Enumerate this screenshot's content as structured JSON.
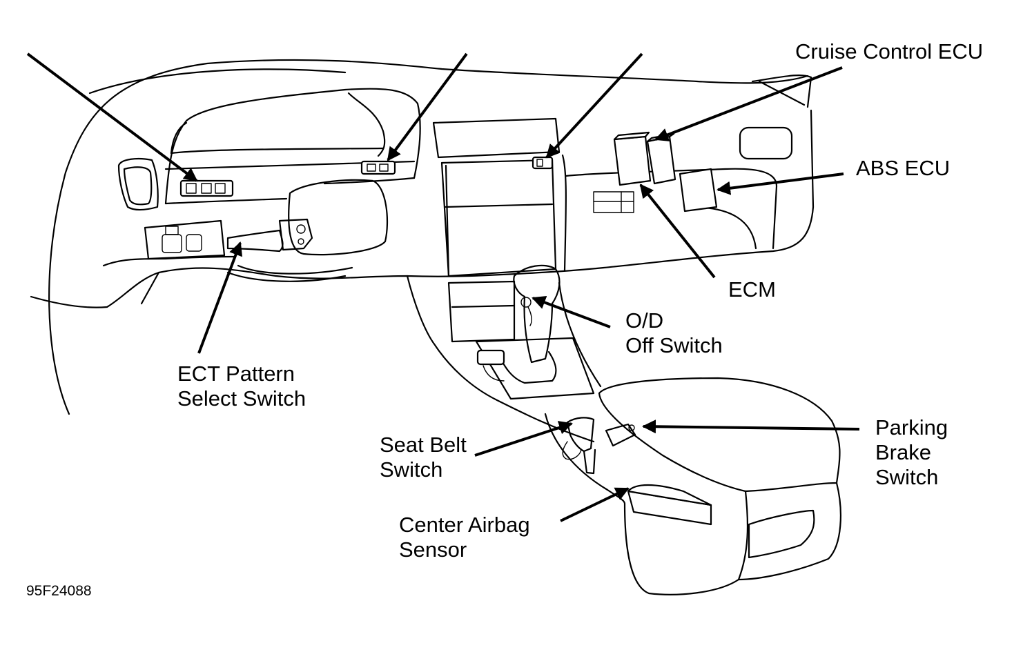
{
  "figure_id": "95F24088",
  "colors": {
    "ink": "#000000",
    "paper": "#ffffff"
  },
  "labels": {
    "cruise_control_ecu": "Cruise Control ECU",
    "abs_ecu": "ABS ECU",
    "ecm": "ECM",
    "od_off_switch_line1": "O/D",
    "od_off_switch_line2": "Off Switch",
    "ect_pattern_line1": "ECT Pattern",
    "ect_pattern_line2": "Select Switch",
    "seat_belt_line1": "Seat Belt",
    "seat_belt_line2": "Switch",
    "parking_brake_line1": "Parking",
    "parking_brake_line2": "Brake",
    "parking_brake_line3": "Switch",
    "center_airbag_line1": "Center Airbag",
    "center_airbag_line2": "Sensor"
  }
}
